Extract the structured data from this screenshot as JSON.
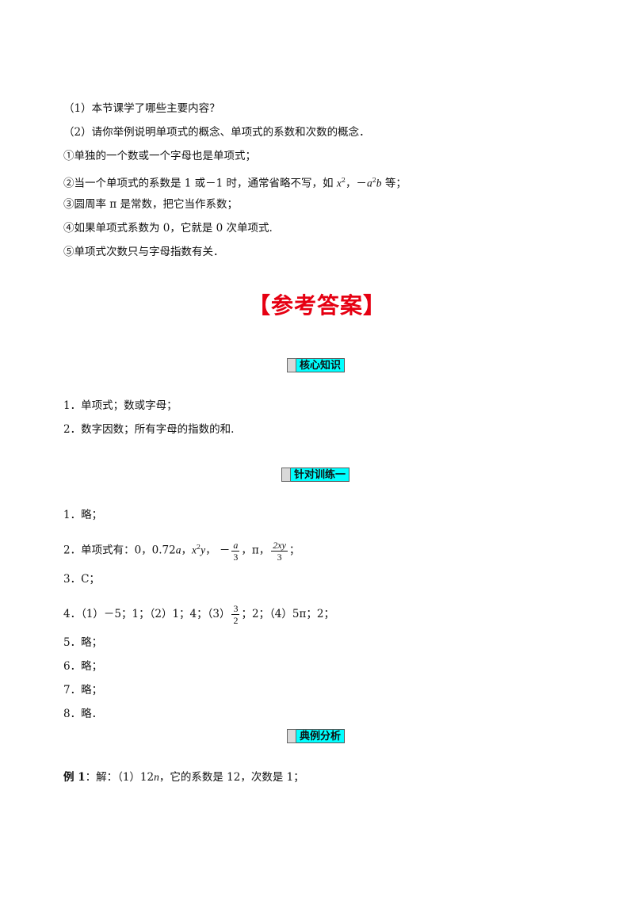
{
  "review": {
    "q1": "（1）本节课学了哪些主要内容？",
    "q2": "（2）请你举例说明单项式的概念、单项式的系数和次数的概念．",
    "p1": "①单独的一个数或一个字母也是单项式；",
    "p2_a": "②当一个单项式的系数是 1 或－1 时，通常省略不写，如 ",
    "p2_x": "x",
    "p2_sup": "2",
    "p2_b": "，－",
    "p2_a2": "a",
    "p2_sup2": "2",
    "p2_bvar": "b",
    "p2_c": " 等；",
    "p3": "③圆周率 π 是常数，把它当作系数；",
    "p4": "④如果单项式系数为 0，它就是 0 次单项式.",
    "p5": "⑤单项式次数只与字母指数有关．"
  },
  "answer_title": "【参考答案】",
  "section1": {
    "header": "核心知识",
    "items": [
      "1．单项式；数或字母；",
      "2．数字因数；所有字母的指数的和."
    ]
  },
  "section2": {
    "header": "针对训练一",
    "item1": "1．略；",
    "item2_pre": "2．单项式有：0，0.72",
    "item2_a": "a",
    "item2_mid": "，",
    "item2_x": "x",
    "item2_sup": "2",
    "item2_y": "y",
    "item2_comma": "，",
    "frac1_sign": "－",
    "frac1_num": "a",
    "frac1_den": "3",
    "item2_pi": "，π，",
    "frac2_num": "2xy",
    "frac2_den": "3",
    "item2_end": "；",
    "item3": "3．C；",
    "item4_a": "4．（1）－5；1；（2）1；4；（3）",
    "frac3_num": "3",
    "frac3_den": "2",
    "item4_b": "；2；（4）5π；2；",
    "item5": "5．略；",
    "item6": "6．略；",
    "item7": "7．略；",
    "item8": "8．略．"
  },
  "section3": {
    "header": "典例分析",
    "ex1_label": "例 1",
    "ex1_a": "：解：（1）12",
    "ex1_n": "n",
    "ex1_b": "，它的系数是 12，次数是 1；"
  }
}
